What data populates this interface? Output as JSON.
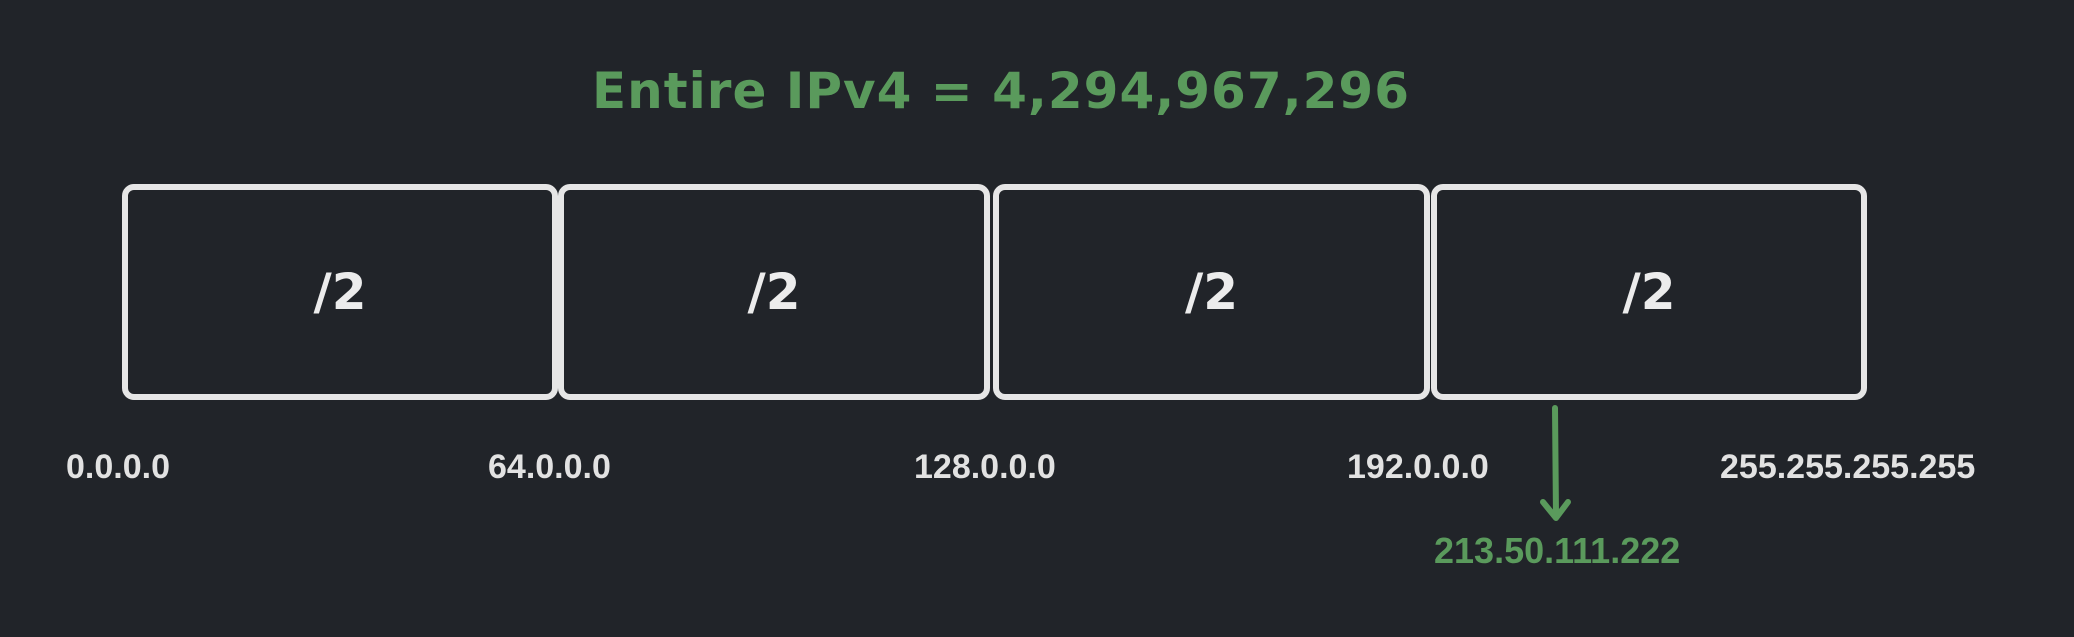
{
  "title": "Entire IPv4 = 4,294,967,296",
  "blocks": [
    {
      "label": "/2"
    },
    {
      "label": "/2"
    },
    {
      "label": "/2"
    },
    {
      "label": "/2"
    }
  ],
  "boundaries": [
    "0.0.0.0",
    "64.0.0.0",
    "128.0.0.0",
    "192.0.0.0",
    "255.255.255.255"
  ],
  "marker": {
    "label": "213.50.111.222"
  },
  "colors": {
    "accent": "#5a9a5c",
    "background": "#212429",
    "stroke": "#e6e6e6"
  }
}
